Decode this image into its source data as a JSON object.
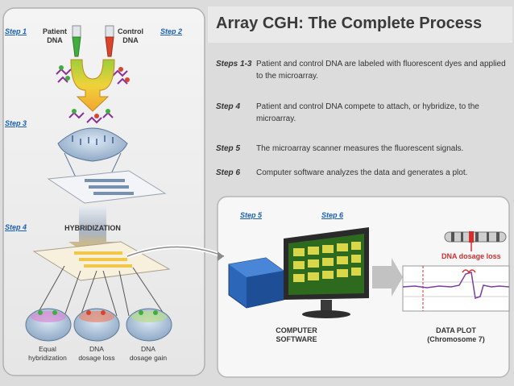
{
  "left_panel": {
    "step1": "Step 1",
    "step2": "Step 2",
    "step3": "Step 3",
    "step4": "Step 4",
    "patient_dna": "Patient\nDNA",
    "control_dna": "Control\nDNA",
    "hybridization": "HYBRIDIZATION",
    "results": [
      {
        "label": "Equal\nhybridization"
      },
      {
        "label": "DNA\ndosage loss"
      },
      {
        "label": "DNA\ndosage gain"
      }
    ]
  },
  "header": {
    "title": "Array CGH: The Complete Process"
  },
  "steps": [
    {
      "key": "Steps 1-3",
      "text": "Patient and control DNA are labeled with fluorescent dyes and applied to the microarray."
    },
    {
      "key": "Step 4",
      "text": "Patient and control DNA compete to attach, or hybridize, to the microarray."
    },
    {
      "key": "Step 5",
      "text": "The microarray scanner measures the fluorescent signals."
    },
    {
      "key": "Step 6",
      "text": "Computer software analyzes the data and generates a plot."
    }
  ],
  "lower_panel": {
    "step5": "Step 5",
    "step6": "Step 6",
    "dna_dosage_loss": "DNA dosage loss",
    "computer_software": "COMPUTER\nSOFTWARE",
    "data_plot": "DATA PLOT\n(Chromosome 7)"
  },
  "colors": {
    "patient": "#3fae3f",
    "control": "#d9442b",
    "step_blue": "#1a5fb4",
    "loss_red": "#d32f2f",
    "arrow_yellow": "#f2b233"
  }
}
